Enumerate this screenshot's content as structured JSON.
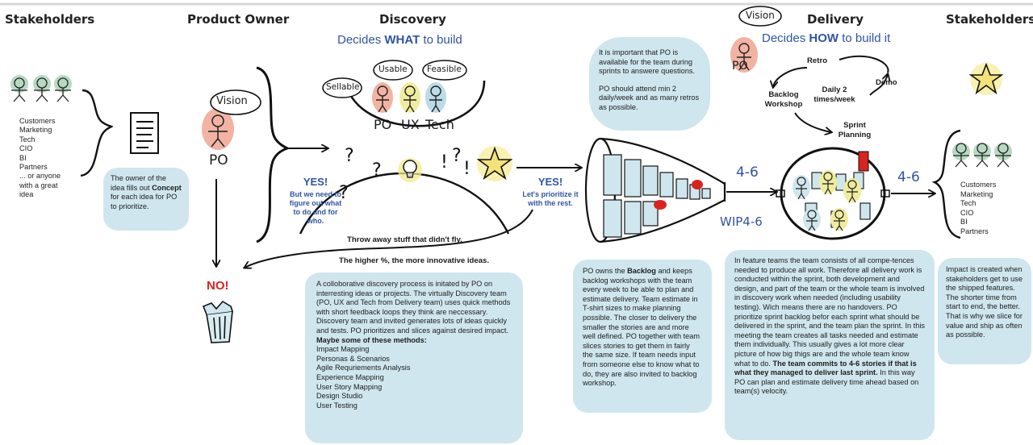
{
  "headers": {
    "stakeholders_left": "Stakeholders",
    "product_owner": "Product Owner",
    "discovery": "Discovery",
    "delivery": "Delivery",
    "stakeholders_right": "Stakeholders"
  },
  "taglines": {
    "discovery_prefix": "Decides ",
    "discovery_key": "WHAT",
    "discovery_suffix": " to build",
    "delivery_prefix": "Decides ",
    "delivery_key": "HOW",
    "delivery_suffix": " to build it"
  },
  "stakeholders_left": {
    "items": [
      "Customers",
      "Marketing",
      "Tech",
      "CIO",
      "BI",
      "Partners",
      "... or anyone",
      "with a great",
      "idea"
    ]
  },
  "concept_note": {
    "before": "The owner of the idea fills out ",
    "bold": "Concept",
    "after": " for each idea for PO to prioritize."
  },
  "po": {
    "vision_label": "Vision",
    "label": "PO",
    "no_label": "NO!"
  },
  "discovery_team": {
    "sellable": "Sellable",
    "usable": "Usable",
    "feasible": "Feasible",
    "po": "PO",
    "ux": "UX",
    "tech": "Tech"
  },
  "yes_left": {
    "title": "YES!",
    "text": "But we need to figure out what to do and for who."
  },
  "yes_right": {
    "title": "YES!",
    "text": "Let's prioritize it with the rest."
  },
  "throw_away": "Throw away stuff that didn't fly.",
  "innovative_note": "The higher %, the more innovative ideas.",
  "discovery_text": {
    "para": "A colloborative discovery process is initated by PO on interresting ideas or projects. The virtually Discovery team (PO, UX and Tech from Delivery team) uses quick methods with short feedback loops they think are neccessary. Discovery team and invited generates lots of ideas quickly and tests. PO prioritizes and slices against desired impact.",
    "methods_title": "Maybe some of these methods:",
    "methods": [
      "Impact Mapping",
      "Personas & Scenarios",
      "Agile Requriements Analysis",
      "Experience Mapping",
      "User Story Mapping",
      "Design Studio",
      "User Testing"
    ]
  },
  "po_availability": {
    "p1": "It is important that PO is available for the team during sprints to answere questions.",
    "p2": "PO should attend min 2 daily/week and as many retros as possible."
  },
  "backlog_text": {
    "before": "PO owns the ",
    "bold": "Backlog",
    "after": " and keeps backlog workshops with the team every week to be able to plan and estimate delivery. Team estimate in T-shirt sizes to make planning possible.  The closer to delivery the smaller the stories are and more well defined. PO together with team slices stories to get them in fairly the same size. If team needs input from someone else to know what to do, they are also invited to backlog workshop."
  },
  "cycle": {
    "retro": "Retro",
    "demo": "Demo",
    "backlog_workshop": "Backlog Workshop",
    "daily": "Daily 2 times/week",
    "sprint_planning": "Sprint Planning"
  },
  "flow": {
    "in_rate": "4-6",
    "wip": "WIP4-6",
    "out_rate": "4-6"
  },
  "delivery_text": {
    "para": "In feature teams the team consists of all compe-tences needed to produce all work. Therefore all delivery work is conducted within the sprint, both development and design, and part of the team or the whole team is involved in discovery work when needed (including usability testing). Wich means there are no handovers. PO prioritize sprint backlog befor each sprint what should be delivered in the sprint, and the team plan the sprint. In this meeting the team creates all tasks needed and estimate them individually. This usually gives a lot more clear picture of how big thigs are and the whole team know what to do. ",
    "bold": "The team commits to 4-6 stories if that is what they managed to deliver last sprint.",
    "after": " In this way PO can plan and estimate delivery time ahead based on team(s) velocity."
  },
  "delivery_vision": {
    "vision_label": "Vision",
    "label": "PO"
  },
  "stakeholders_right": {
    "items": [
      "Customers",
      "Marketing",
      "Tech",
      "CIO",
      "BI",
      "Partners"
    ]
  },
  "impact_text": "Impact is created when stakeholders get to use the shipped features. The shorter time from start to end, the better. That is why we slice for value and ship as often as possible.",
  "colors": {
    "accent_blue": "#2f55a4",
    "bubble": "#cfe6ee",
    "no_red": "#d9231f",
    "star_yellow": "#f3e27a"
  }
}
